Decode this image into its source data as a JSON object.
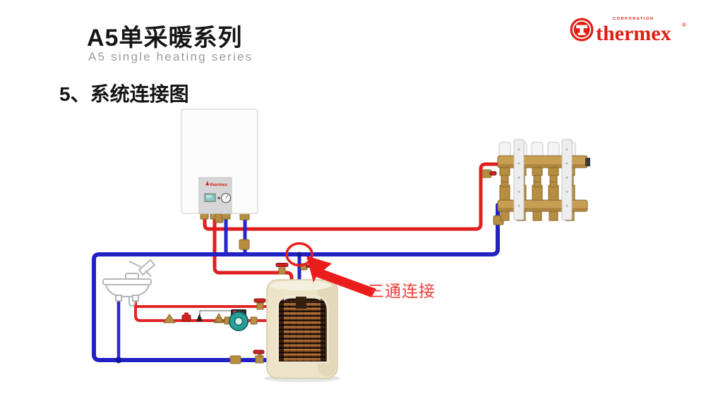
{
  "slide": {
    "title": "A5单采暖系列",
    "subtitle": "A5 single heating series",
    "section_heading": "5、系统连接图"
  },
  "logo": {
    "corporation": "CORPORATION",
    "brand": "thermex",
    "registered": "®",
    "brand_color": "#de2014"
  },
  "diagram": {
    "tee_label": "三通连接",
    "boiler_brand": "thermex",
    "colors": {
      "supply_pipe_red": "#df1f1f",
      "return_pipe_blue": "#2121c4",
      "brass_fitting": "#b58e42",
      "pump_body_teal": "#2aa198",
      "tank_body_beige": "#ece3c9",
      "annotation_red": "#ea1c1c"
    },
    "components": [
      "wall-hung-boiler",
      "heating-manifold",
      "wash-basin",
      "circulation-pump",
      "coil-buffer-tank",
      "tee-connection"
    ]
  }
}
